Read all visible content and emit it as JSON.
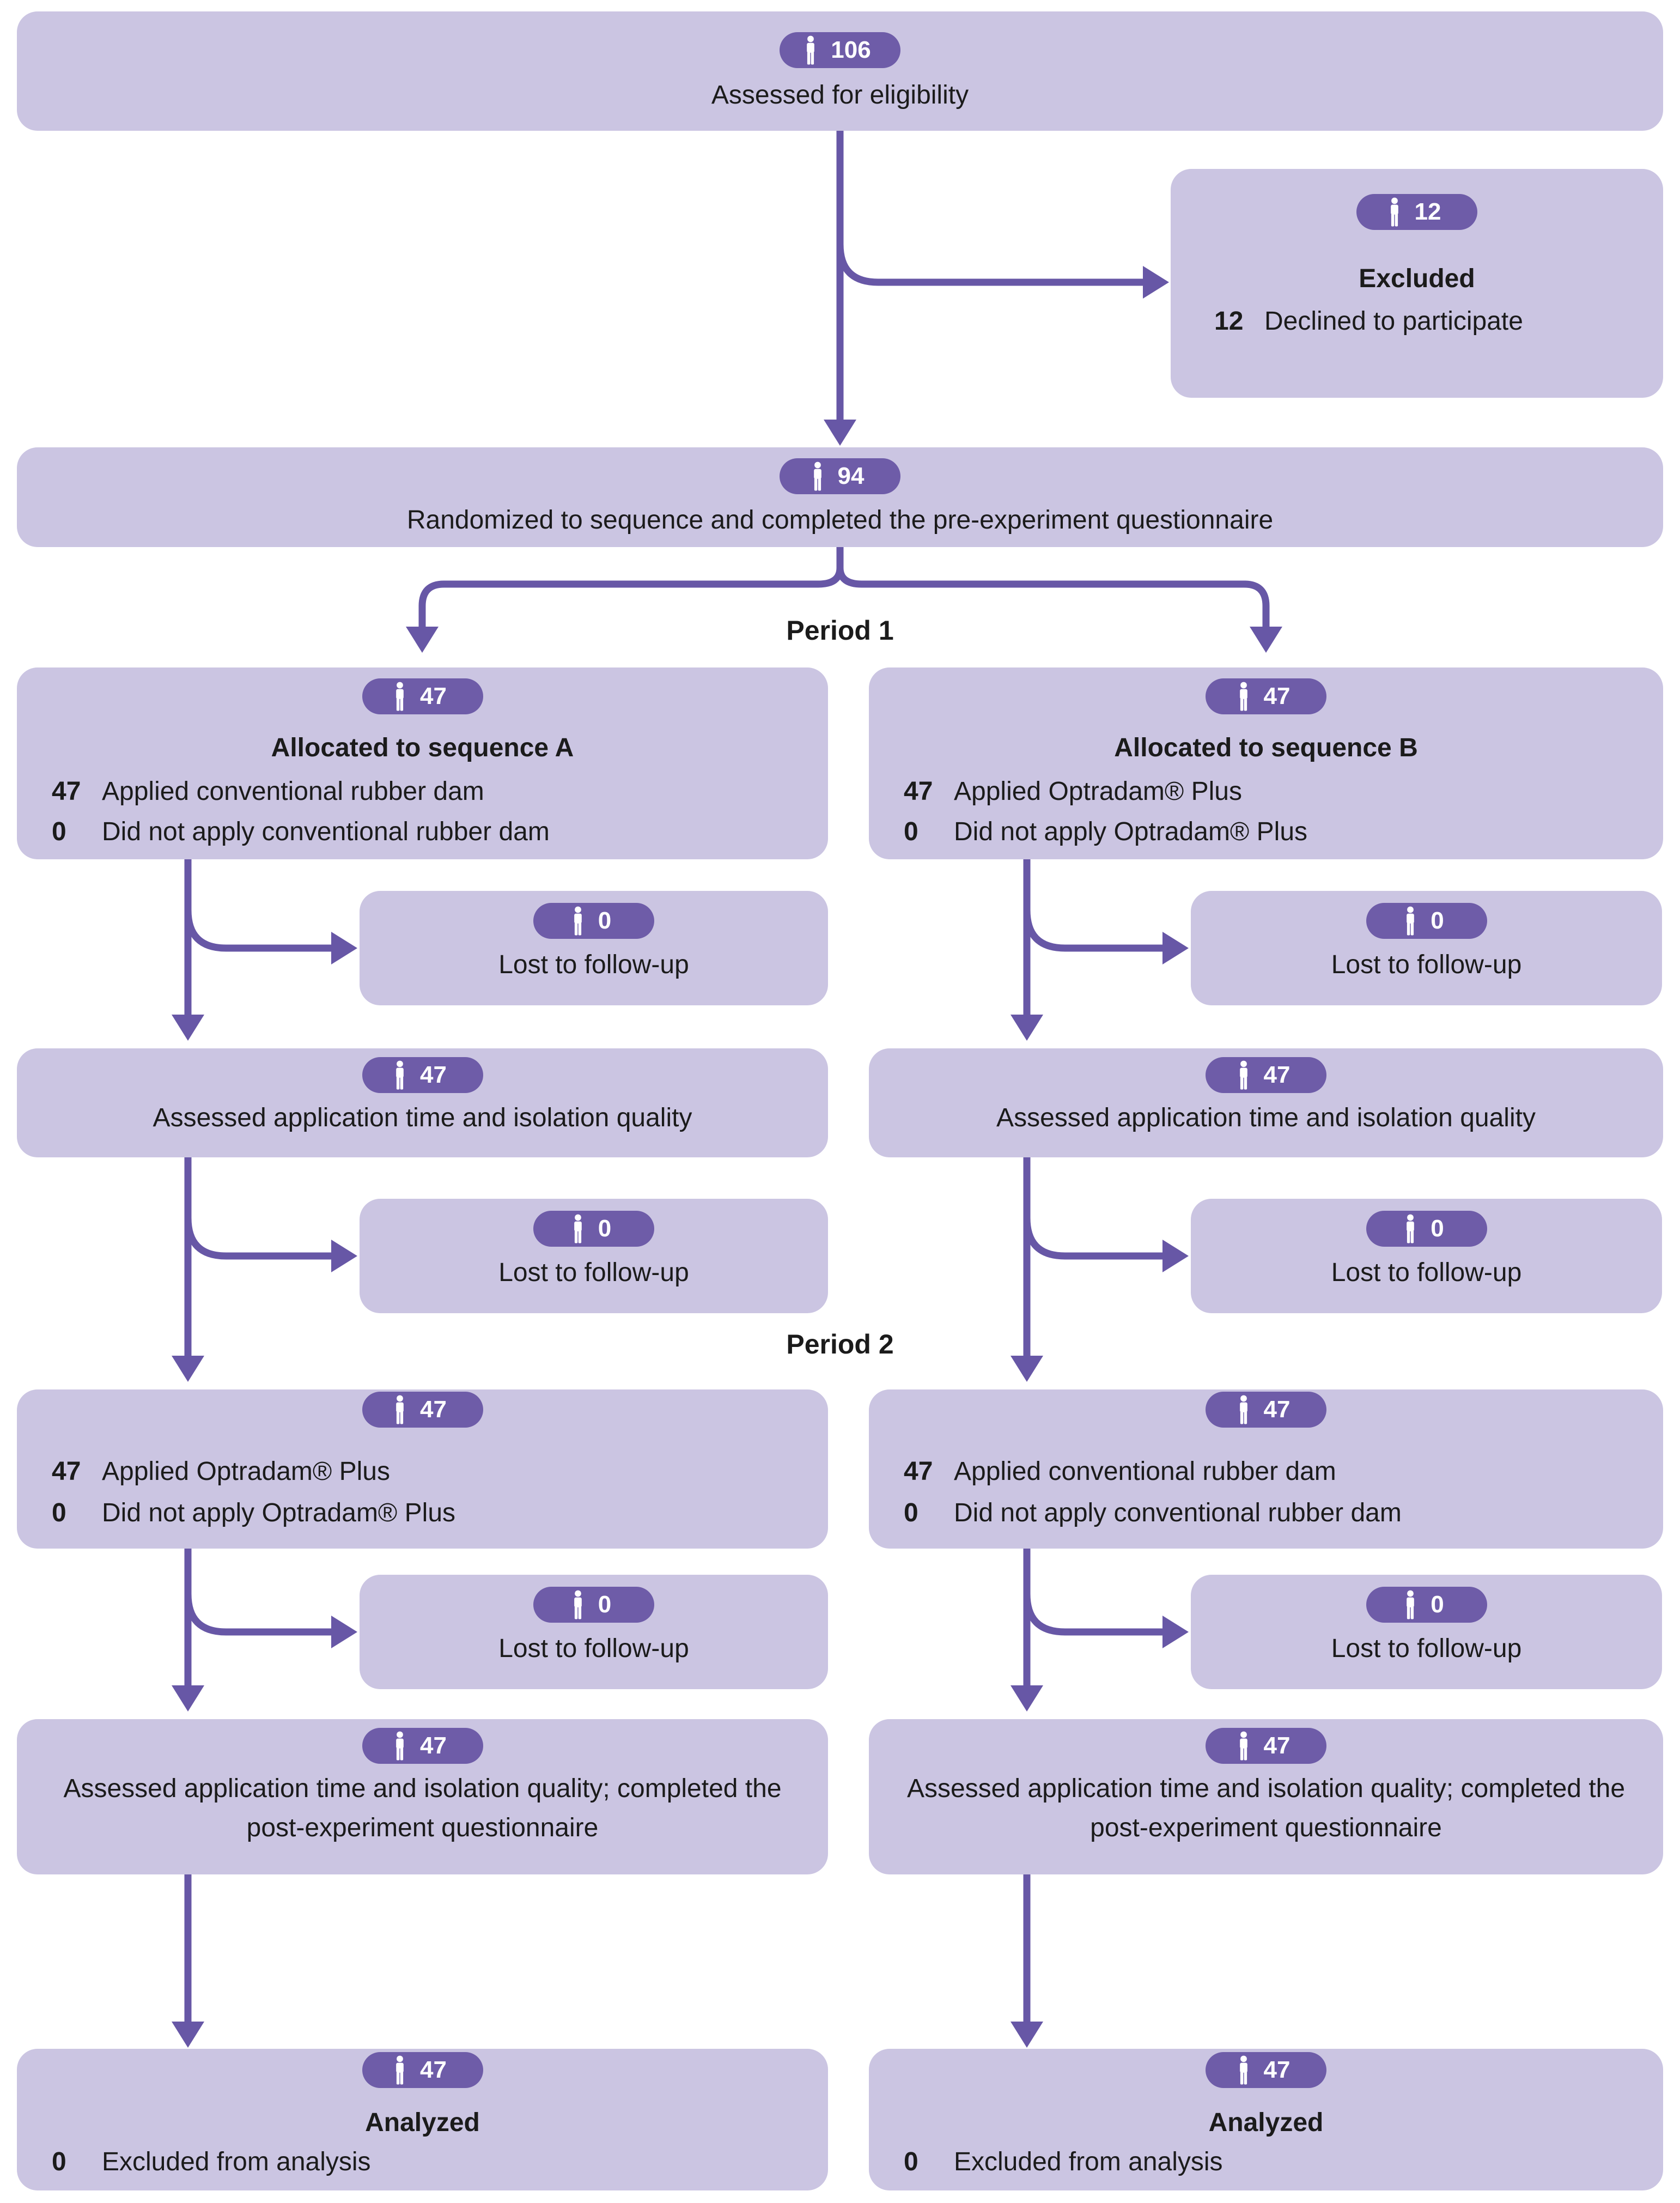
{
  "colors": {
    "box_fill": "#cbc5e2",
    "badge_fill": "#6e5ca8",
    "arrow": "#6757a6",
    "text": "#1b1b1b",
    "badge_text": "#ffffff",
    "background": "#ffffff"
  },
  "badge_icon": "person-icon",
  "labels": {
    "period1": "Period 1",
    "period2": "Period 2"
  },
  "nodes": {
    "eligibility": {
      "count": "106",
      "text": "Assessed for eligibility"
    },
    "excluded": {
      "count": "12",
      "title": "Excluded",
      "item_n": "12",
      "item_text": "Declined to participate"
    },
    "randomized": {
      "count": "94",
      "text": "Randomized to sequence and completed the pre-experiment questionnaire"
    },
    "alloc_a": {
      "count": "47",
      "title": "Allocated to sequence A",
      "item1_n": "47",
      "item1_text": "Applied conventional rubber dam",
      "item2_n": "0",
      "item2_text": "Did not apply conventional rubber dam"
    },
    "alloc_b": {
      "count": "47",
      "title": "Allocated to sequence B",
      "item1_n": "47",
      "item1_text": "Applied Optradam® Plus",
      "item2_n": "0",
      "item2_text": "Did not apply Optradam® Plus"
    },
    "lost_a1": {
      "count": "0",
      "text": "Lost to follow-up"
    },
    "lost_b1": {
      "count": "0",
      "text": "Lost to follow-up"
    },
    "assessed_a1": {
      "count": "47",
      "text": "Assessed application time and isolation quality"
    },
    "assessed_b1": {
      "count": "47",
      "text": "Assessed application time and isolation quality"
    },
    "lost_a2": {
      "count": "0",
      "text": "Lost to follow-up"
    },
    "lost_b2": {
      "count": "0",
      "text": "Lost to follow-up"
    },
    "p2_a": {
      "count": "47",
      "item1_n": "47",
      "item1_text": "Applied Optradam® Plus",
      "item2_n": "0",
      "item2_text": "Did not apply Optradam® Plus"
    },
    "p2_b": {
      "count": "47",
      "item1_n": "47",
      "item1_text": "Applied conventional rubber dam",
      "item2_n": "0",
      "item2_text": "Did not apply conventional rubber dam"
    },
    "lost_a3": {
      "count": "0",
      "text": "Lost to follow-up"
    },
    "lost_b3": {
      "count": "0",
      "text": "Lost to follow-up"
    },
    "assessed2_a": {
      "count": "47",
      "text": "Assessed application time and isolation quality; completed the post-experiment questionnaire"
    },
    "assessed2_b": {
      "count": "47",
      "text": "Assessed application time and isolation quality; completed the post-experiment questionnaire"
    },
    "analyzed_a": {
      "count": "47",
      "title": "Analyzed",
      "item_n": "0",
      "item_text": "Excluded from analysis"
    },
    "analyzed_b": {
      "count": "47",
      "title": "Analyzed",
      "item_n": "0",
      "item_text": "Excluded from analysis"
    }
  }
}
